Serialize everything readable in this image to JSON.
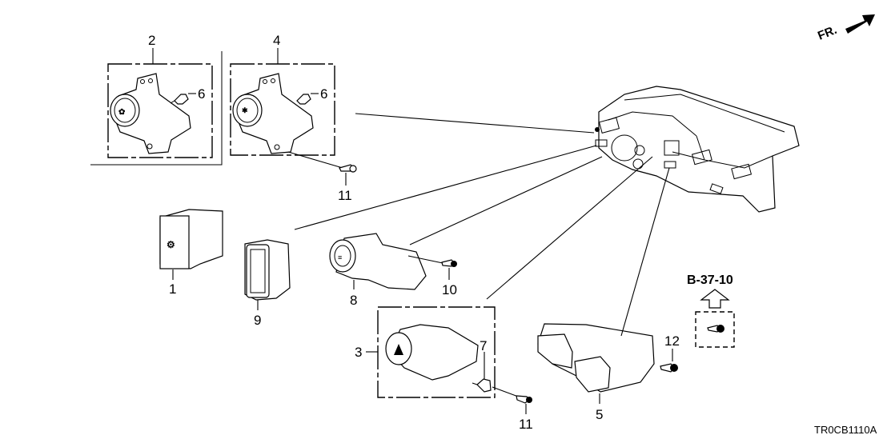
{
  "diagram": {
    "title_code": "TR0CB1110A",
    "direction_indicator": "FR.",
    "reference": {
      "label": "B-37-10",
      "icon": "arrow-up-icon"
    },
    "callouts": {
      "c1": "1",
      "c2": "2",
      "c3": "3",
      "c4": "4",
      "c5": "5",
      "c6a": "6",
      "c6b": "6",
      "c7": "7",
      "c8": "8",
      "c9": "9",
      "c10": "10",
      "c11a": "11",
      "c11b": "11",
      "c12": "12"
    },
    "parts": [
      {
        "id": "1",
        "icon": "rocker-switch-icon"
      },
      {
        "id": "2",
        "icon": "round-switch-icon"
      },
      {
        "id": "3",
        "icon": "hazard-switch-icon"
      },
      {
        "id": "4",
        "icon": "round-switch-icon"
      },
      {
        "id": "5",
        "icon": "switch-panel-icon"
      },
      {
        "id": "6",
        "icon": "clip-icon"
      },
      {
        "id": "7",
        "icon": "clip-icon"
      },
      {
        "id": "8",
        "icon": "push-start-switch-icon"
      },
      {
        "id": "9",
        "icon": "bezel-icon"
      },
      {
        "id": "10",
        "icon": "screw-icon"
      },
      {
        "id": "11",
        "icon": "screw-icon"
      },
      {
        "id": "12",
        "icon": "bolt-icon"
      }
    ]
  }
}
